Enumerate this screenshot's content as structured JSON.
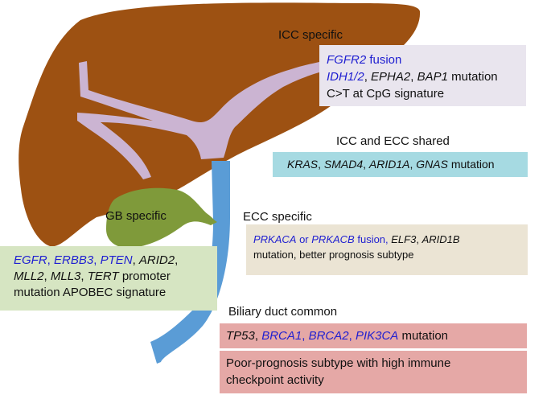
{
  "colors": {
    "liver": "#9d5112",
    "bile_duct_intrahepatic": "#cbb4d2",
    "bile_duct_extrahepatic": "#5a9cd6",
    "gallbladder": "#7f9a3a",
    "box_icc": "#e9e5ee",
    "box_shared": "#a6dae2",
    "box_ecc": "#ebe4d4",
    "box_gb": "#d6e5c2",
    "box_common": "#e5a8a6",
    "gene_text": "#1f1fd1"
  },
  "labels": {
    "icc_specific": "ICC specific",
    "icc_ecc_shared": "ICC and ECC shared",
    "gb_specific": "GB specific",
    "ecc_specific": "ECC specific",
    "biliary_common": "Biliary duct common"
  },
  "icc_box": {
    "fgfr2": "FGFR2",
    "fusion": " fusion",
    "idh": "IDH1/2",
    "sep1": ", ",
    "epha2": "EPHA2",
    "sep2": ", ",
    "bap1": "BAP1",
    "mutation": " mutation",
    "signature": "C>T at CpG signature"
  },
  "shared_box": {
    "kras": "KRAS",
    "sep1": ", ",
    "smad4": "SMAD4",
    "sep2": ", ",
    "arid1a": "ARID1A",
    "sep3": ", ",
    "gnas": "GNAS",
    "mutation": " mutation"
  },
  "ecc_box": {
    "prkaca": "PRKACA",
    "or": " or ",
    "prkacb": "PRKACB",
    "fusion": " fusion, ",
    "elf3": "ELF3",
    "sep": ", ",
    "arid1b": "ARID1B",
    "line2": "mutation, better prognosis subtype"
  },
  "gb_box": {
    "egfr": "EGFR",
    "sep1": ", ",
    "erbb3": "ERBB3",
    "sep2": ", ",
    "pten": "PTEN",
    "sep3": ", ",
    "arid2": "ARID2",
    "sep4": ",",
    "mll2": "MLL2",
    "sep5": ", ",
    "mll3": "MLL3",
    "sep6": ", ",
    "tert": "TERT",
    "promoter": " promoter",
    "line3": "mutation APOBEC signature"
  },
  "common_box1": {
    "tp53": "TP53",
    "sep1": ", ",
    "brca1": "BRCA1",
    "sep2": ", ",
    "brca2": "BRCA2",
    "sep3": ", ",
    "pik3ca": "PIK3CA",
    "mutation": " mutation"
  },
  "common_box2": {
    "line1": "Poor-prognosis subtype with high immune",
    "line2": "checkpoint activity"
  }
}
